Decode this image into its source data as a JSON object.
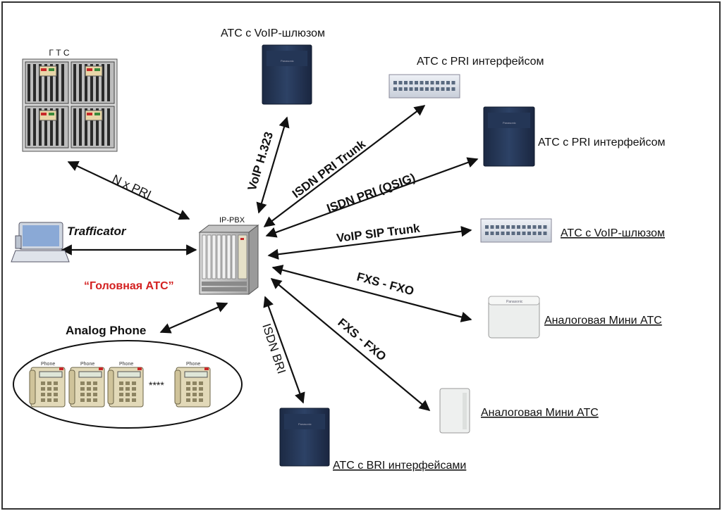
{
  "gts": {
    "label": "Г Т С"
  },
  "pbx": {
    "label": "IP-PBX",
    "main_label": "“Головная АТС”"
  },
  "trafficator": {
    "label": "Trafficator"
  },
  "analog_phones": {
    "label": "Analog Phone",
    "phone_caption": "Phone",
    "ellipsis": "****"
  },
  "links": [
    {
      "id": "gts",
      "label": "N x PRI"
    },
    {
      "id": "voip-h323",
      "label": "VoIP H.323"
    },
    {
      "id": "isdn-pri-trunk",
      "label": "ISDN PRI Trunk"
    },
    {
      "id": "isdn-pri-qsig",
      "label": "ISDN PRI (QSIG)"
    },
    {
      "id": "voip-sip-trunk",
      "label": "VoIP SIP Trunk"
    },
    {
      "id": "fxs-fxo-1",
      "label": "FXS - FXO"
    },
    {
      "id": "fxs-fxo-2",
      "label": "FXS - FXO"
    },
    {
      "id": "isdn-bri",
      "label": "ISDN BRI"
    }
  ],
  "devices": [
    {
      "id": "voip-gw-top",
      "label": "АТС с VoIP-шлюзом"
    },
    {
      "id": "pri-rack",
      "label": "АТС с PRI интерфейсом"
    },
    {
      "id": "pri-cabinet",
      "label": "АТС с PRI интерфейсом"
    },
    {
      "id": "voip-gw-right",
      "label": "АТС с VoIP-шлюзом"
    },
    {
      "id": "analog-mini-1",
      "label": "Аналоговая Мини АТС"
    },
    {
      "id": "analog-mini-2",
      "label": "Аналоговая Мини АТС"
    },
    {
      "id": "bri-cabinet",
      "label": "АТС с BRI интерфейсами"
    }
  ],
  "colors": {
    "frame": "#333333",
    "accent_red": "#d32020",
    "line": "#111111"
  }
}
